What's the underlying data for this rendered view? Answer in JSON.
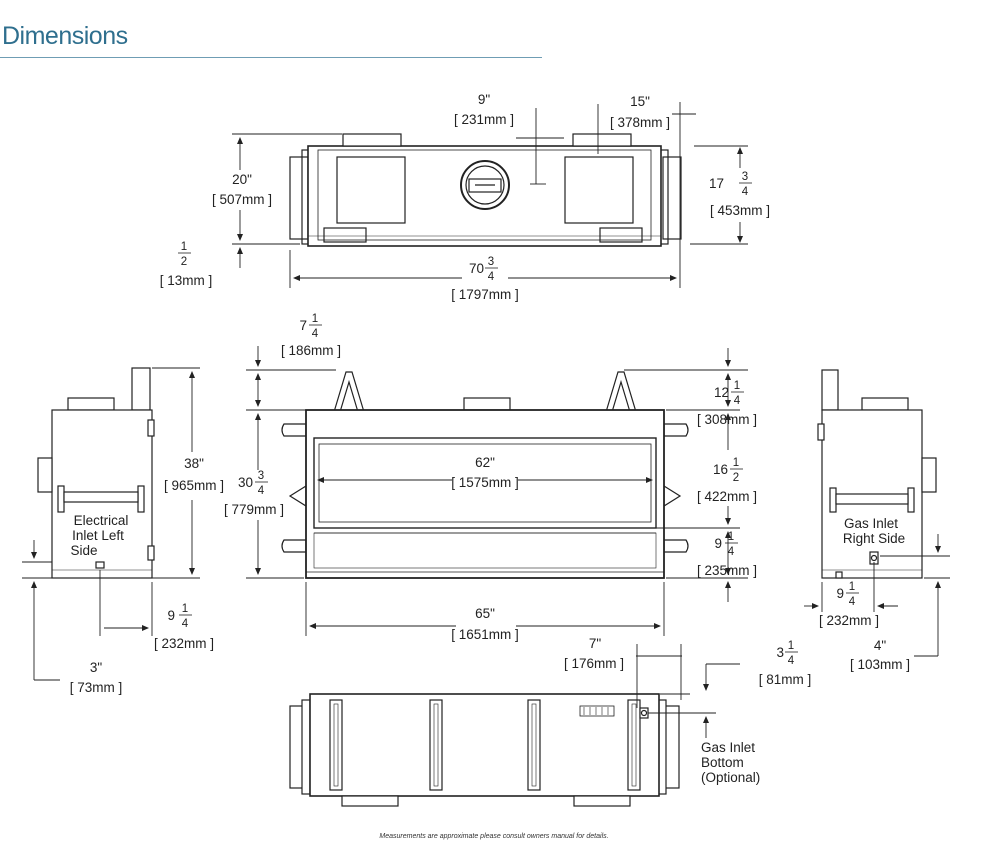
{
  "title": "Dimensions",
  "footnote": "Measurements are approximate please consult owners manual for details.",
  "top_view": {
    "d_9": {
      "imp": "9\"",
      "mm": "231mm"
    },
    "d_15": {
      "imp": "15\"",
      "mm": "378mm"
    },
    "d_20": {
      "imp": "20\"",
      "mm": "507mm"
    },
    "d_17": {
      "whole": "17",
      "num": "3",
      "den": "4",
      "mm": "453mm"
    },
    "d_half": {
      "num": "1",
      "den": "2",
      "mm": "13mm"
    },
    "d_70": {
      "whole": "70",
      "num": "3",
      "den": "4",
      "mm": "1797mm"
    }
  },
  "front_view": {
    "d_7": {
      "whole": "7",
      "num": "1",
      "den": "4",
      "mm": "186mm"
    },
    "d_12": {
      "whole": "12",
      "num": "1",
      "den": "4",
      "mm": "308mm"
    },
    "d_30": {
      "whole": "30",
      "num": "3",
      "den": "4",
      "mm": "779mm"
    },
    "d_62": {
      "imp": "62\"",
      "mm": "1575mm"
    },
    "d_16": {
      "whole": "16",
      "num": "1",
      "den": "2",
      "mm": "422mm"
    },
    "d_9b": {
      "whole": "9",
      "num": "1",
      "den": "4",
      "mm": "235mm"
    },
    "d_65": {
      "imp": "65\"",
      "mm": "1651mm"
    }
  },
  "left_view": {
    "d_38": {
      "imp": "38\"",
      "mm": "965mm"
    },
    "label": [
      "Electrical",
      "Inlet Left",
      "Side"
    ],
    "d_9": {
      "whole": "9",
      "num": "1",
      "den": "4",
      "mm": "232mm"
    },
    "d_3": {
      "imp": "3\"",
      "mm": "73mm"
    }
  },
  "right_view": {
    "label": [
      "Gas Inlet",
      "Right Side"
    ],
    "d_9": {
      "whole": "9",
      "num": "1",
      "den": "4",
      "mm": "232mm"
    },
    "d_4": {
      "imp": "4\"",
      "mm": "103mm"
    }
  },
  "bottom_view": {
    "d_7": {
      "imp": "7\"",
      "mm": "176mm"
    },
    "d_3": {
      "whole": "3",
      "num": "1",
      "den": "4",
      "mm": "81mm"
    },
    "label": [
      "Gas Inlet",
      "Bottom",
      "(Optional)"
    ]
  }
}
